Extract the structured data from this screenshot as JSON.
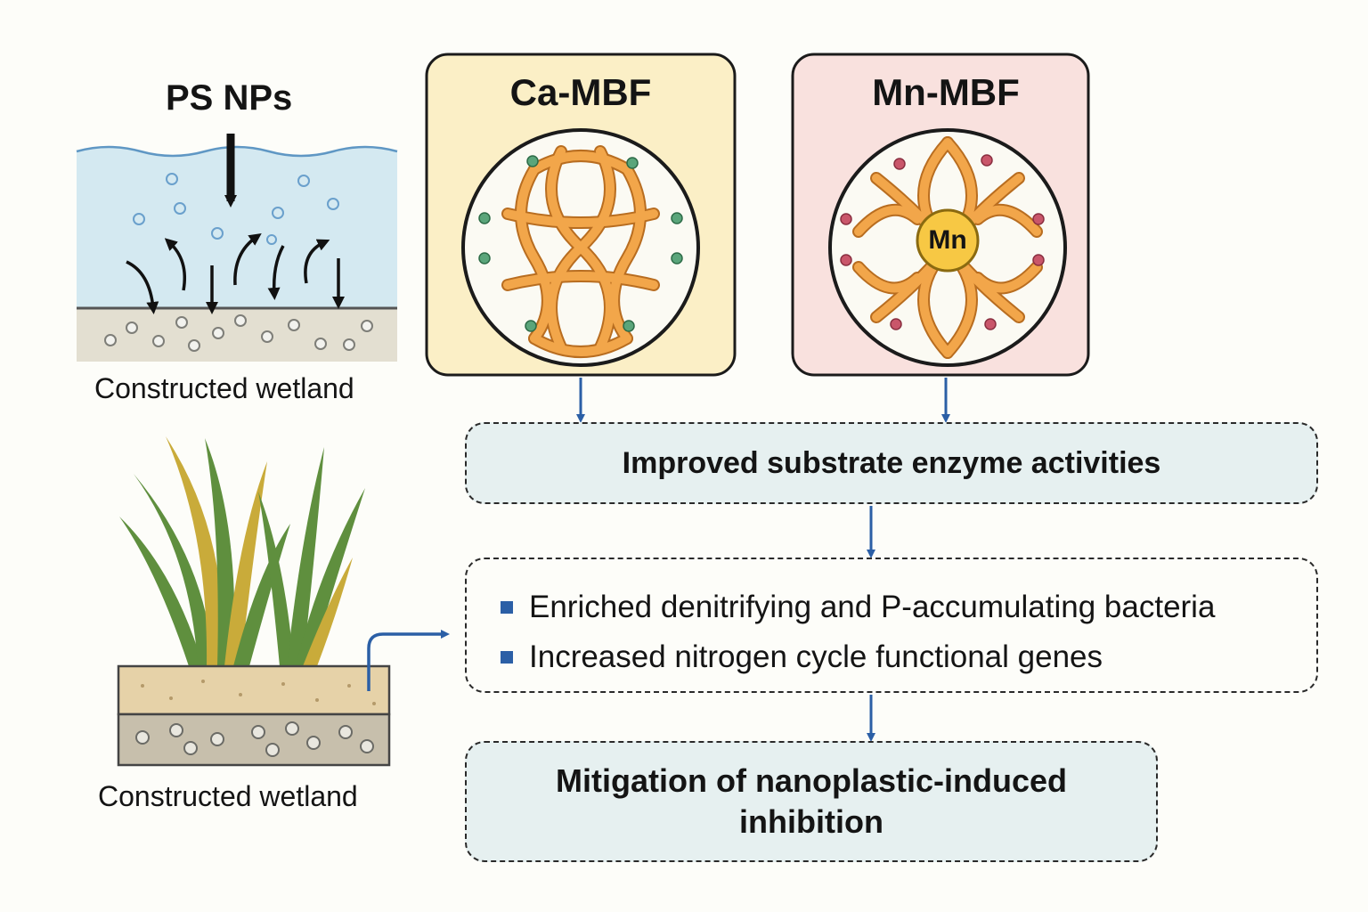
{
  "left_panel": {
    "title": "PS NPs",
    "caption_top": "Constructed wetland",
    "caption_bottom": "Constructed wetland"
  },
  "cards": [
    {
      "title": "Ca-MBF",
      "background": "#fbefc6",
      "dot_color": "#5aa57a"
    },
    {
      "title": "Mn-MBF",
      "background": "#f9e1de",
      "dot_color": "#c9566a",
      "core_label": "Mn",
      "core_color": "#f7c844"
    }
  ],
  "boxes": {
    "enzyme": "Improved substrate enzyme activities",
    "bacteria_items": [
      "Enriched denitrifying and P-accumulating bacteria",
      "Increased nitrogen cycle functional genes"
    ],
    "mitigation": "Mitigation of nanoplastic-induced inhibition"
  },
  "colors": {
    "water": "#d4e9f1",
    "sediment": "#e3dfd1",
    "arrow_blue": "#2b5fa6",
    "fiber": "#f2a64a",
    "leaf_green": "#5f8f3e",
    "leaf_yellow": "#c9ab3a",
    "soil_top": "#e6d2a8",
    "soil_bottom": "#c7bfac"
  }
}
